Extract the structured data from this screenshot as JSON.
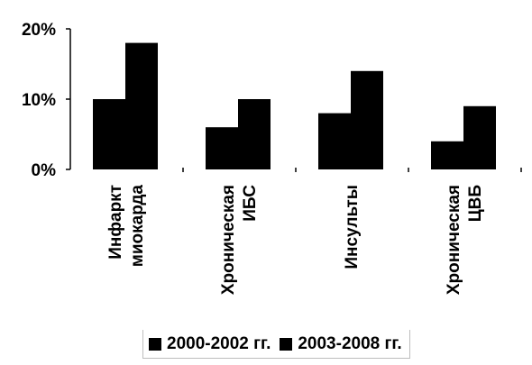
{
  "chart_data": {
    "type": "bar",
    "title": "",
    "xlabel": "",
    "ylabel": "",
    "ylim": [
      0,
      20
    ],
    "yticks": [
      "0%",
      "10%",
      "20%"
    ],
    "yticks_values": [
      0,
      10,
      20
    ],
    "categories": [
      [
        "Инфаркт",
        "миокарда"
      ],
      [
        "Хроническая",
        "ИБС"
      ],
      [
        "Инсульты"
      ],
      [
        "Хроническая",
        "ЦВБ"
      ]
    ],
    "series": [
      {
        "name": "2000-2002 гг.",
        "color": "#000000",
        "values": [
          10,
          6,
          8,
          4
        ]
      },
      {
        "name": "2003-2008 гг.",
        "color": "#000000",
        "values": [
          18,
          10,
          14,
          9
        ]
      }
    ],
    "grid": false,
    "legend_position": "bottom"
  }
}
